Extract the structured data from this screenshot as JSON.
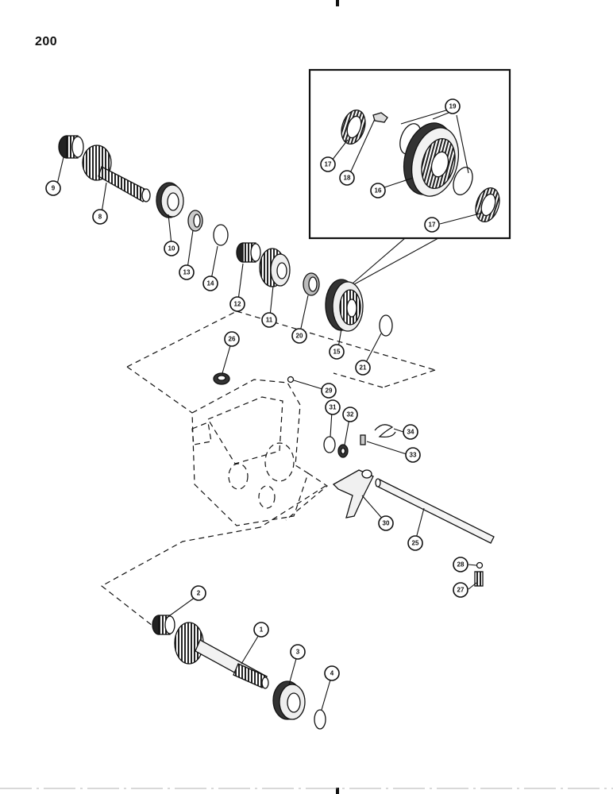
{
  "page": {
    "number": "200"
  },
  "callouts": [
    {
      "id": "c9",
      "label": "9"
    },
    {
      "id": "c8",
      "label": "8"
    },
    {
      "id": "c10",
      "label": "10"
    },
    {
      "id": "c13",
      "label": "13"
    },
    {
      "id": "c14",
      "label": "14"
    },
    {
      "id": "c12",
      "label": "12"
    },
    {
      "id": "c11",
      "label": "11"
    },
    {
      "id": "c20",
      "label": "20"
    },
    {
      "id": "c15",
      "label": "15"
    },
    {
      "id": "c21",
      "label": "21"
    },
    {
      "id": "c17a",
      "label": "17"
    },
    {
      "id": "c18",
      "label": "18"
    },
    {
      "id": "c19",
      "label": "19"
    },
    {
      "id": "c16",
      "label": "16"
    },
    {
      "id": "c17b",
      "label": "17"
    },
    {
      "id": "c26",
      "label": "26"
    },
    {
      "id": "c29",
      "label": "29"
    },
    {
      "id": "c31",
      "label": "31"
    },
    {
      "id": "c32",
      "label": "32"
    },
    {
      "id": "c34",
      "label": "34"
    },
    {
      "id": "c33",
      "label": "33"
    },
    {
      "id": "c30",
      "label": "30"
    },
    {
      "id": "c25",
      "label": "25"
    },
    {
      "id": "c28",
      "label": "28"
    },
    {
      "id": "c27",
      "label": "27"
    },
    {
      "id": "c2",
      "label": "2"
    },
    {
      "id": "c1",
      "label": "1"
    },
    {
      "id": "c3",
      "label": "3"
    },
    {
      "id": "c4",
      "label": "4"
    }
  ]
}
